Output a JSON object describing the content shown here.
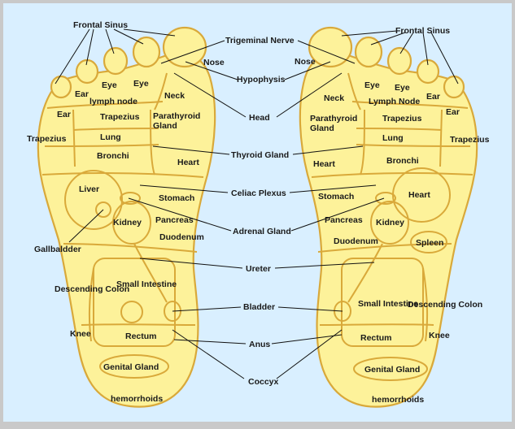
{
  "colors": {
    "background": "#d9efff",
    "frame": "#c9c9c9",
    "foot_fill": "#fdf29a",
    "foot_outline": "#d9a93a",
    "text": "#1a1a1a"
  },
  "center_labels": {
    "frontal_sinus": "Frontal Sinus",
    "trigeminal_nerve": "Trigeminal Nerve",
    "hypophysis": "Hypophysis",
    "head": "Head",
    "thyroid_gland": "Thyroid Gland",
    "celiac_plexus": "Celiac Plexus",
    "adrenal_gland": "Adrenal Gland",
    "ureter": "Ureter",
    "bladder": "Bladder",
    "anus": "Anus",
    "coccyx": "Coccyx"
  },
  "left_foot": {
    "ear_toe": "Ear",
    "eye_1": "Eye",
    "eye_2": "Eye",
    "nose": "Nose",
    "lymph_node": "lymph node",
    "ear": "Ear",
    "neck": "Neck",
    "trapezius_inner": "Trapezius",
    "trapezius_outer": "Trapezius",
    "parathyroid_gland": "Parathyroid Gland",
    "lung": "Lung",
    "bronchi": "Bronchi",
    "heart": "Heart",
    "liver": "Liver",
    "stomach": "Stomach",
    "gallbladder": "Gallbaldder",
    "kidney": "Kidney",
    "pancreas": "Pancreas",
    "duodenum": "Duodenum",
    "descending_colon": "Descending Colon",
    "small_intestine": "Small Intestine",
    "knee": "Knee",
    "rectum": "Rectum",
    "genital_gland": "Genital Gland",
    "hemorrhoids": "hemorrhoids"
  },
  "right_foot": {
    "nose": "Nose",
    "eye_1": "Eye",
    "eye_2": "Eye",
    "ear_toe": "Ear",
    "neck": "Neck",
    "lymph_node": "Lymph Node",
    "ear": "Ear",
    "parathyroid_gland": "Parathyroid Gland",
    "trapezius_inner": "Trapezius",
    "trapezius_outer": "Trapezius",
    "lung": "Lung",
    "heart_upper": "Heart",
    "bronchi": "Bronchi",
    "heart": "Heart",
    "stomach": "Stomach",
    "pancreas": "Pancreas",
    "kidney": "Kidney",
    "duodenum": "Duodenum",
    "spleen": "Spleen",
    "small_intestine": "Small Intestine",
    "descending_colon": "Descending Colon",
    "rectum": "Rectum",
    "knee": "Knee",
    "genital_gland": "Genital Gland",
    "hemorrhoids": "hemorrhoids"
  }
}
